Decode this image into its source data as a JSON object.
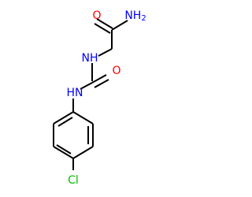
{
  "colors": {
    "bond": "#000000",
    "oxygen": "#ff0000",
    "nitrogen": "#0000ff",
    "chlorine": "#00c000"
  },
  "atoms": {
    "amide_oxygen": "O",
    "amide_nitrogen": "NH",
    "amide_nitrogen_subscript": "2",
    "glycine_nh": "NH",
    "urea_oxygen": "O",
    "aryl_nh": "HN",
    "chlorine": "Cl"
  }
}
